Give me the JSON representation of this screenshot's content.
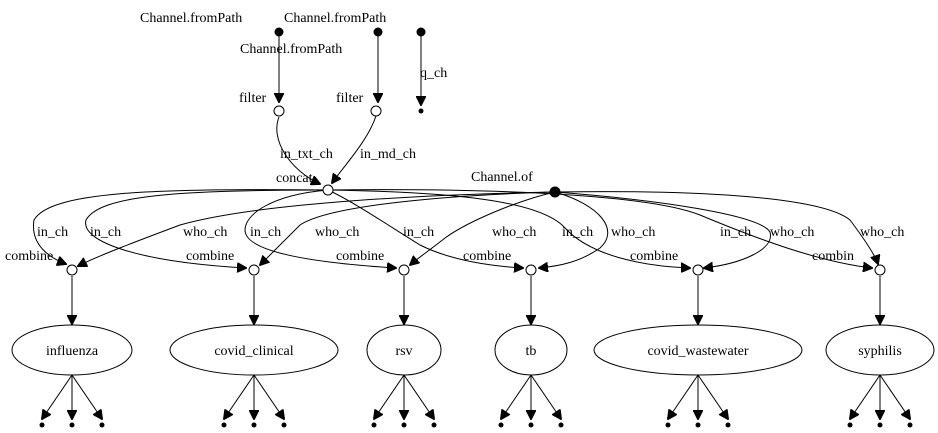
{
  "nodes": {
    "src_path_1": "Channel.fromPath",
    "src_path_2": "Channel.fromPath",
    "src_path_3": "Channel.fromPath",
    "filter_1": "filter",
    "filter_2": "filter",
    "concat": "concat",
    "channel_of": "Channel.of",
    "combine": "combine",
    "combine_last": "combin"
  },
  "edges": {
    "q_ch": "q_ch",
    "in_txt_ch": "in_txt_ch",
    "in_md_ch": "in_md_ch",
    "in_ch": "in_ch",
    "who_ch": "who_ch"
  },
  "processes": [
    "influenza",
    "covid_clinical",
    "rsv",
    "tb",
    "covid_wastewater",
    "syphilis"
  ]
}
